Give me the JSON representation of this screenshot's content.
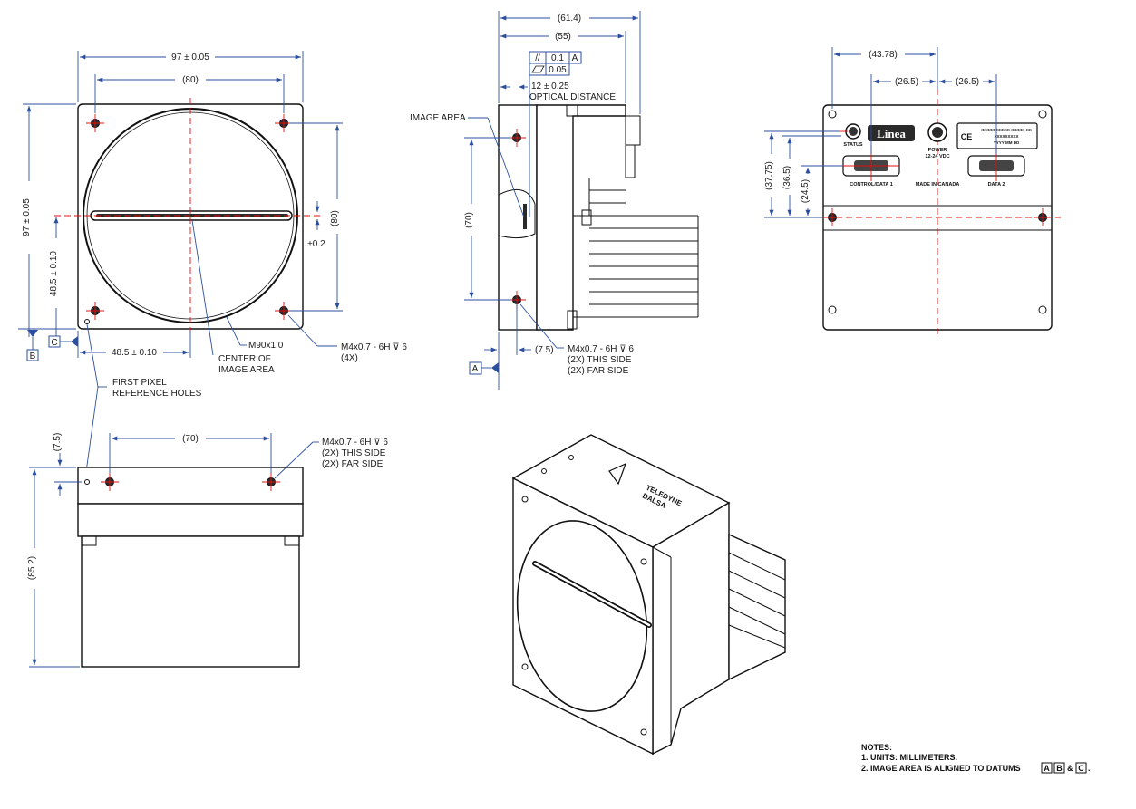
{
  "front_view": {
    "width_dim": "97 ± 0.05",
    "hole_spacing_top": "(80)",
    "height_dim": "97 ± 0.05",
    "half_height_dim": "48.5 ± 0.10",
    "half_width_dim": "48.5 ± 0.10",
    "hole_spacing_right": "(80)",
    "tolerance_dim": "±0.2",
    "thread_note": "M90x1.0",
    "center_label_line1": "CENTER OF",
    "center_label_line2": "IMAGE AREA",
    "hole_note_line1": "M4x0.7 - 6H ⊽ 6",
    "hole_note_line2": "(4X)",
    "datum_b": "B",
    "datum_c": "C"
  },
  "reference_holes": {
    "line1": "FIRST PIXEL",
    "line2": "REFERENCE HOLES"
  },
  "side_view": {
    "overall_length_dim": "(61.4)",
    "body_length_dim": "(55)",
    "parallelism_symbol": "//",
    "parallelism_value": "0.1",
    "parallelism_datum": "A",
    "flatness_symbol": "⏥",
    "flatness_value": "0.05",
    "optical_distance_value": "12 ± 0.25",
    "optical_distance_label": "OPTICAL DISTANCE",
    "image_area_label": "IMAGE AREA",
    "hole_spacing_dim": "(70)",
    "hole_offset_dim": "(7.5)",
    "hole_note_line1": "M4x0.7 - 6H ⊽ 6",
    "hole_note_line2": "(2X) THIS SIDE",
    "hole_note_line3": "(2X) FAR SIDE",
    "datum_a": "A"
  },
  "back_view": {
    "dim_top_left": "(43.78)",
    "dim_top_mid": "(26.5)",
    "dim_top_right": "(26.5)",
    "dim_left_outer": "(37.75)",
    "dim_left_mid": "(36.5)",
    "dim_left_inner": "(24.5)",
    "status_label": "STATUS",
    "logo_text": "Linea",
    "power_label_line1": "POWER",
    "power_label_line2": "12-24 VDC",
    "ce_mark": "CE",
    "serial_line1": "XXXXX-XXXXX-XXXXX-XX",
    "serial_line2": "XXXXXXXXX",
    "serial_line3": "YYYY MM DD",
    "control_label": "CONTROL/DATA 1",
    "made_in_label": "MADE IN CANADA",
    "data2_label": "DATA 2"
  },
  "bottom_view": {
    "hole_spacing_dim": "(70)",
    "hole_offset_dim": "(7.5)",
    "height_dim": "(85.2)",
    "hole_note_line1": "M4x0.7 - 6H ⊽ 6",
    "hole_note_line2": "(2X) THIS SIDE",
    "hole_note_line3": "(2X) FAR SIDE"
  },
  "iso_view": {
    "brand_text_line1": "TELEDYNE",
    "brand_text_line2": "DALSA"
  },
  "notes": {
    "title": "NOTES:",
    "line1": "1. UNITS: MILLIMETERS.",
    "line2_prefix": "2. IMAGE AREA IS ALIGNED TO DATUMS",
    "datum_a": "A",
    "datum_b": "B",
    "ampersand": "&",
    "datum_c": "C",
    "line2_suffix": "."
  },
  "colors": {
    "dimension_line": "#2b4f9e",
    "center_line": "#e01010",
    "outline": "#111111"
  }
}
